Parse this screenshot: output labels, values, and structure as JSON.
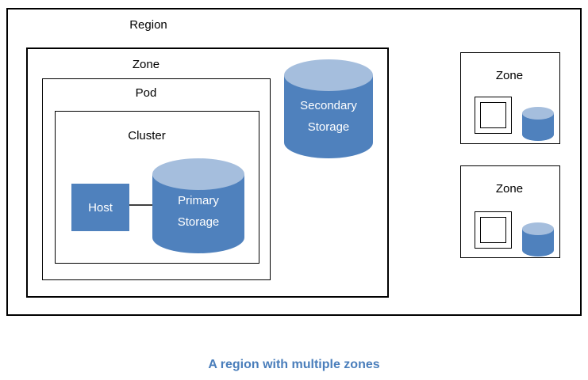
{
  "colors": {
    "accent": "#4f81bd",
    "cylinder_top": "#a5bedd",
    "border": "#000000",
    "connector": "#404040",
    "label_text": "#000000",
    "on_accent_text": "#ffffff",
    "caption_text": "#4a7ebb"
  },
  "region": {
    "label": "Region"
  },
  "zone_main": {
    "label": "Zone"
  },
  "pod": {
    "label": "Pod"
  },
  "cluster": {
    "label": "Cluster"
  },
  "host": {
    "label": "Host"
  },
  "primary_storage": {
    "line1": "Primary",
    "line2": "Storage"
  },
  "secondary_storage": {
    "line1": "Secondary",
    "line2": "Storage"
  },
  "zones_right": [
    {
      "label": "Zone"
    },
    {
      "label": "Zone"
    }
  ],
  "caption": "A region with multiple zones"
}
